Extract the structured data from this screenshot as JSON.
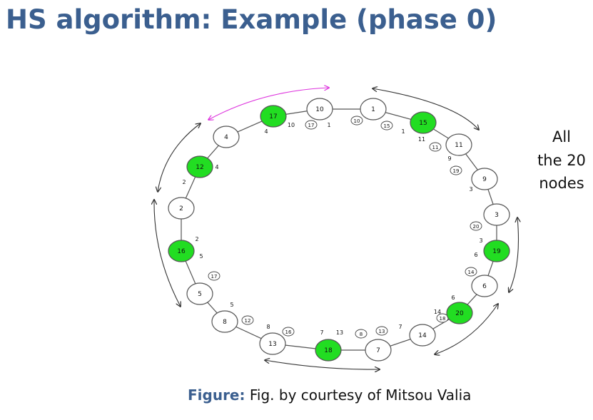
{
  "slide": {
    "title": "HS algorithm: Example (phase 0)",
    "side_note": [
      "All",
      "the 20",
      "nodes"
    ],
    "caption_label": "Figure:",
    "caption_text": "Fig. by courtesy of Mitsou Valia"
  },
  "diagram": {
    "colors": {
      "active": "#22dd22",
      "inactive": "#ffffff",
      "arrow_main": "#333333",
      "arrow_accent": "#dd33dd"
    },
    "nodes": [
      {
        "id": "10",
        "active": false
      },
      {
        "id": "1",
        "active": false
      },
      {
        "id": "15",
        "active": true
      },
      {
        "id": "11",
        "active": false
      },
      {
        "id": "9",
        "active": false
      },
      {
        "id": "3",
        "active": false
      },
      {
        "id": "19",
        "active": true
      },
      {
        "id": "6",
        "active": false
      },
      {
        "id": "20",
        "active": true
      },
      {
        "id": "14",
        "active": false
      },
      {
        "id": "7",
        "active": false
      },
      {
        "id": "18",
        "active": true
      },
      {
        "id": "13",
        "active": false
      },
      {
        "id": "8",
        "active": false
      },
      {
        "id": "5",
        "active": false
      },
      {
        "id": "16",
        "active": true
      },
      {
        "id": "2",
        "active": false
      },
      {
        "id": "12",
        "active": true
      },
      {
        "id": "4",
        "active": false
      },
      {
        "id": "17",
        "active": true
      }
    ],
    "messages": [
      "10",
      "17",
      "15",
      "11",
      "19",
      "20",
      "14",
      "18",
      "13",
      "8",
      "16",
      "12",
      "17"
    ],
    "labels": [
      "1",
      "10",
      "1",
      "4",
      "11",
      "9",
      "3",
      "3",
      "6",
      "6",
      "14",
      "7",
      "13",
      "7",
      "8",
      "5",
      "5",
      "2",
      "2",
      "4"
    ]
  }
}
